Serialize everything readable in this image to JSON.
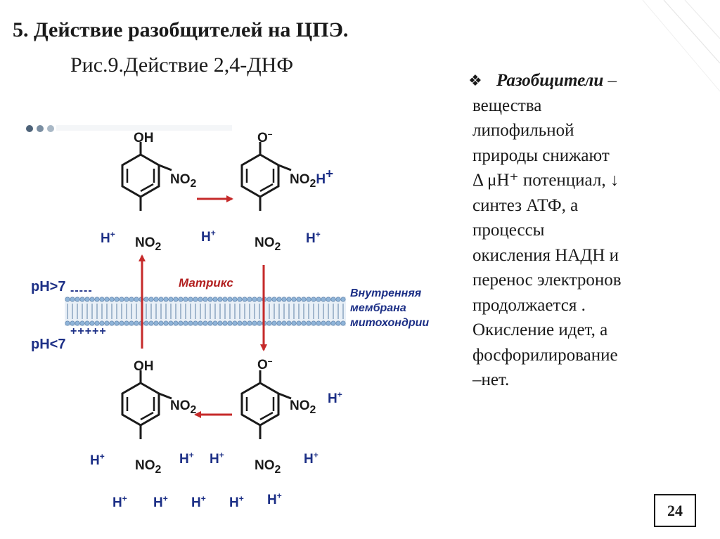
{
  "title": {
    "main": "5. Действие разобщителей на ЦПЭ.",
    "sub": "Рис.9.Действие 2,4-ДНФ"
  },
  "figure": {
    "molecules": {
      "top_left": {
        "group_top": "OH",
        "group_side": "NO",
        "side_sub": "2",
        "group_bottom": "NO",
        "bottom_sub": "2"
      },
      "top_right": {
        "group_top": "O",
        "top_charge": "–",
        "group_side": "NO",
        "side_sub": "2",
        "side_extra": "H",
        "side_extra_sup": "+",
        "group_bottom": "NO",
        "bottom_sub": "2"
      },
      "bottom_left": {
        "group_top": "OH",
        "group_side": "NO",
        "side_sub": "2",
        "group_bottom": "NO",
        "bottom_sub": "2"
      },
      "bottom_right": {
        "group_top": "O",
        "top_charge": "–",
        "group_side": "NO",
        "side_sub": "2",
        "group_bottom": "NO",
        "bottom_sub": "2"
      }
    },
    "proton": {
      "symbol": "H",
      "charge": "+"
    },
    "ph_top": "pH>7",
    "ph_bottom": "pH<7",
    "sign_top": "-----",
    "sign_bottom": "+++++",
    "matrix_label": "Матрикс",
    "membrane_label": [
      "Внутренняя",
      "мембрана",
      "митохондрии"
    ],
    "colors": {
      "arrow": "#c62a2a",
      "proton": "#1c2f86",
      "membrane_head": "#8fb4d8",
      "membrane_tail": "#5d7fa6"
    }
  },
  "description": {
    "bullet_icon": "diamond-bullet-icon",
    "term": "Разобщители",
    "first_line_rest": " –",
    "lines": [
      "вещества",
      "липофильной",
      "природы снижают",
      "Δ μH⁺ потенциал, ↓",
      "синтез АТФ, а",
      "процессы",
      "окисления НАДН и",
      "перенос электронов",
      "продолжается .",
      "Окисление идет, а",
      "фосфорилирование",
      "–нет."
    ]
  },
  "page_number": "24"
}
